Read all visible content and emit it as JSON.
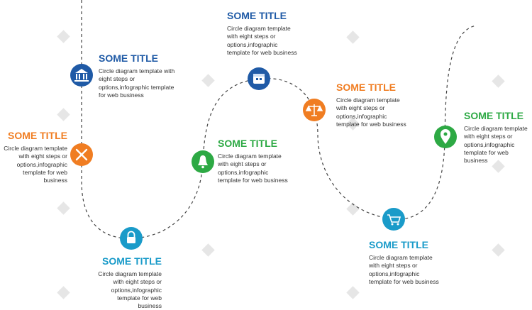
{
  "colors": {
    "blue": "#1f5aa6",
    "orange": "#f07d22",
    "teal": "#1a9bc9",
    "green": "#2da944",
    "diamond": "#e6e6e6",
    "path": "#444444"
  },
  "steps": [
    {
      "title": "SOME TITLE",
      "text": "Circle diagram template with eight steps or options,infographic template for web business",
      "color": "blue",
      "icon": "bank-icon"
    },
    {
      "title": "SOME TITLE",
      "text": "Circle diagram template with eight steps or options,infographic template for web business",
      "color": "orange",
      "icon": "tools-icon"
    },
    {
      "title": "SOME TITLE",
      "text": "Circle diagram template with eight steps or options,infographic template for web business",
      "color": "teal",
      "icon": "lock-icon"
    },
    {
      "title": "SOME TITLE",
      "text": "Circle diagram template with eight steps or options,infographic template for web business",
      "color": "green",
      "icon": "bell-icon"
    },
    {
      "title": "SOME TITLE",
      "text": "Circle diagram template with eight steps or options,infographic template for web business",
      "color": "blue",
      "icon": "calendar-icon"
    },
    {
      "title": "SOME TITLE",
      "text": "Circle diagram template with eight steps or options,infographic template for web business",
      "color": "orange",
      "icon": "scales-icon"
    },
    {
      "title": "SOME TITLE",
      "text": "Circle diagram template with eight steps or options,infographic template for web business",
      "color": "teal",
      "icon": "cart-icon"
    },
    {
      "title": "SOME TITLE",
      "text": "Circle diagram template with eight steps or options,infographic template for web business",
      "color": "green",
      "icon": "map-pin-icon"
    }
  ]
}
